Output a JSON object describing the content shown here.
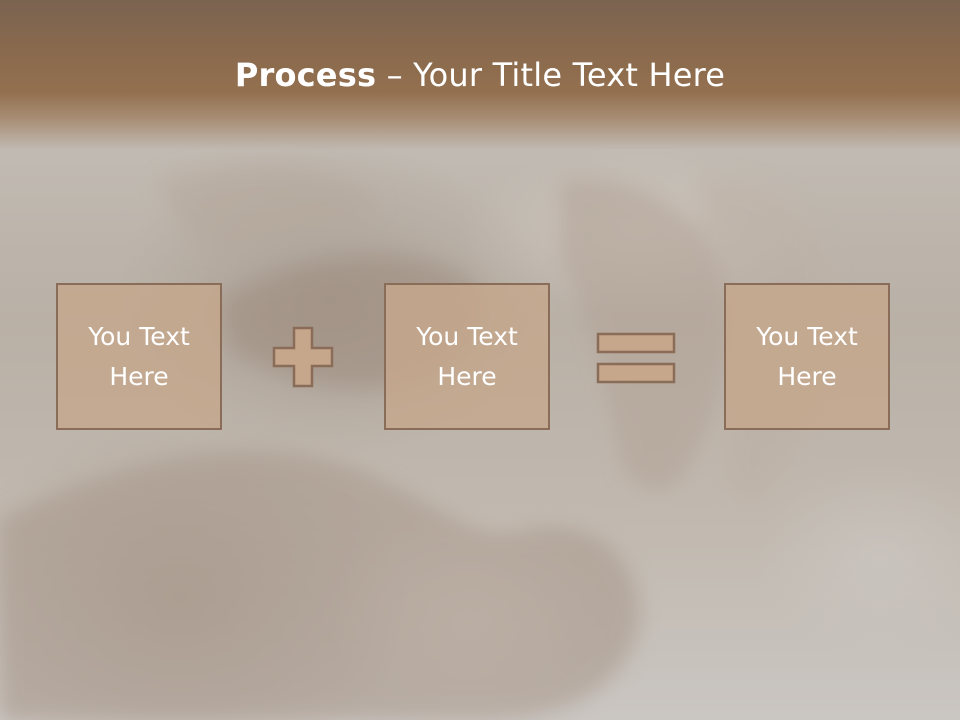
{
  "slide": {
    "title_bold": "Process",
    "title_rest": " – Your Title Text Here",
    "boxes": [
      {
        "text": "You Text Here"
      },
      {
        "text": "You Text Here"
      },
      {
        "text": "You Text Here"
      }
    ],
    "operators": [
      "plus-icon",
      "equals-icon"
    ],
    "colors": {
      "header": "#8a6a4e",
      "box_fill": "#c6a78c",
      "box_border": "#8a6d58",
      "text": "#ffffff",
      "background": "#c7c2bc"
    }
  }
}
